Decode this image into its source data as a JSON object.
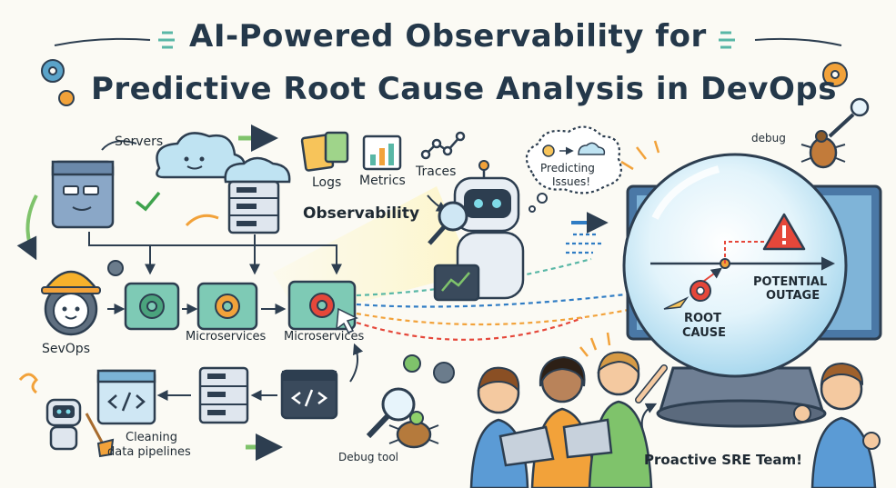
{
  "title": {
    "line1": "AI-Powered Observability for",
    "line2": "Predictive Root Cause Analysis in DevOps"
  },
  "labels": {
    "servers": "Servers",
    "logs": "Logs",
    "metrics": "Metrics",
    "traces": "Traces",
    "observability": "Observability",
    "predicting_line1": "Predicting",
    "predicting_line2": "Issues!",
    "debug": "debug",
    "devops": "SevOps",
    "microservices_1": "Microservices",
    "microservices_2": "Microservices",
    "cleaning_line1": "Cleaning",
    "cleaning_line2": "data pipelines",
    "debug_tool": "Debug tool",
    "root_cause_line1": "ROOT",
    "root_cause_line2": "CAUSE",
    "potential_line1": "POTENTIAL",
    "potential_line2": "OUTAGE",
    "sre_team": "Proactive SRE Team!"
  },
  "colors": {
    "navy": "#2d3e50",
    "teal": "#59b7a6",
    "orange": "#f2a23a",
    "green": "#7fc36b",
    "red": "#e5473a",
    "cloud": "#bfe3f2",
    "glow": "#fff3a8"
  }
}
